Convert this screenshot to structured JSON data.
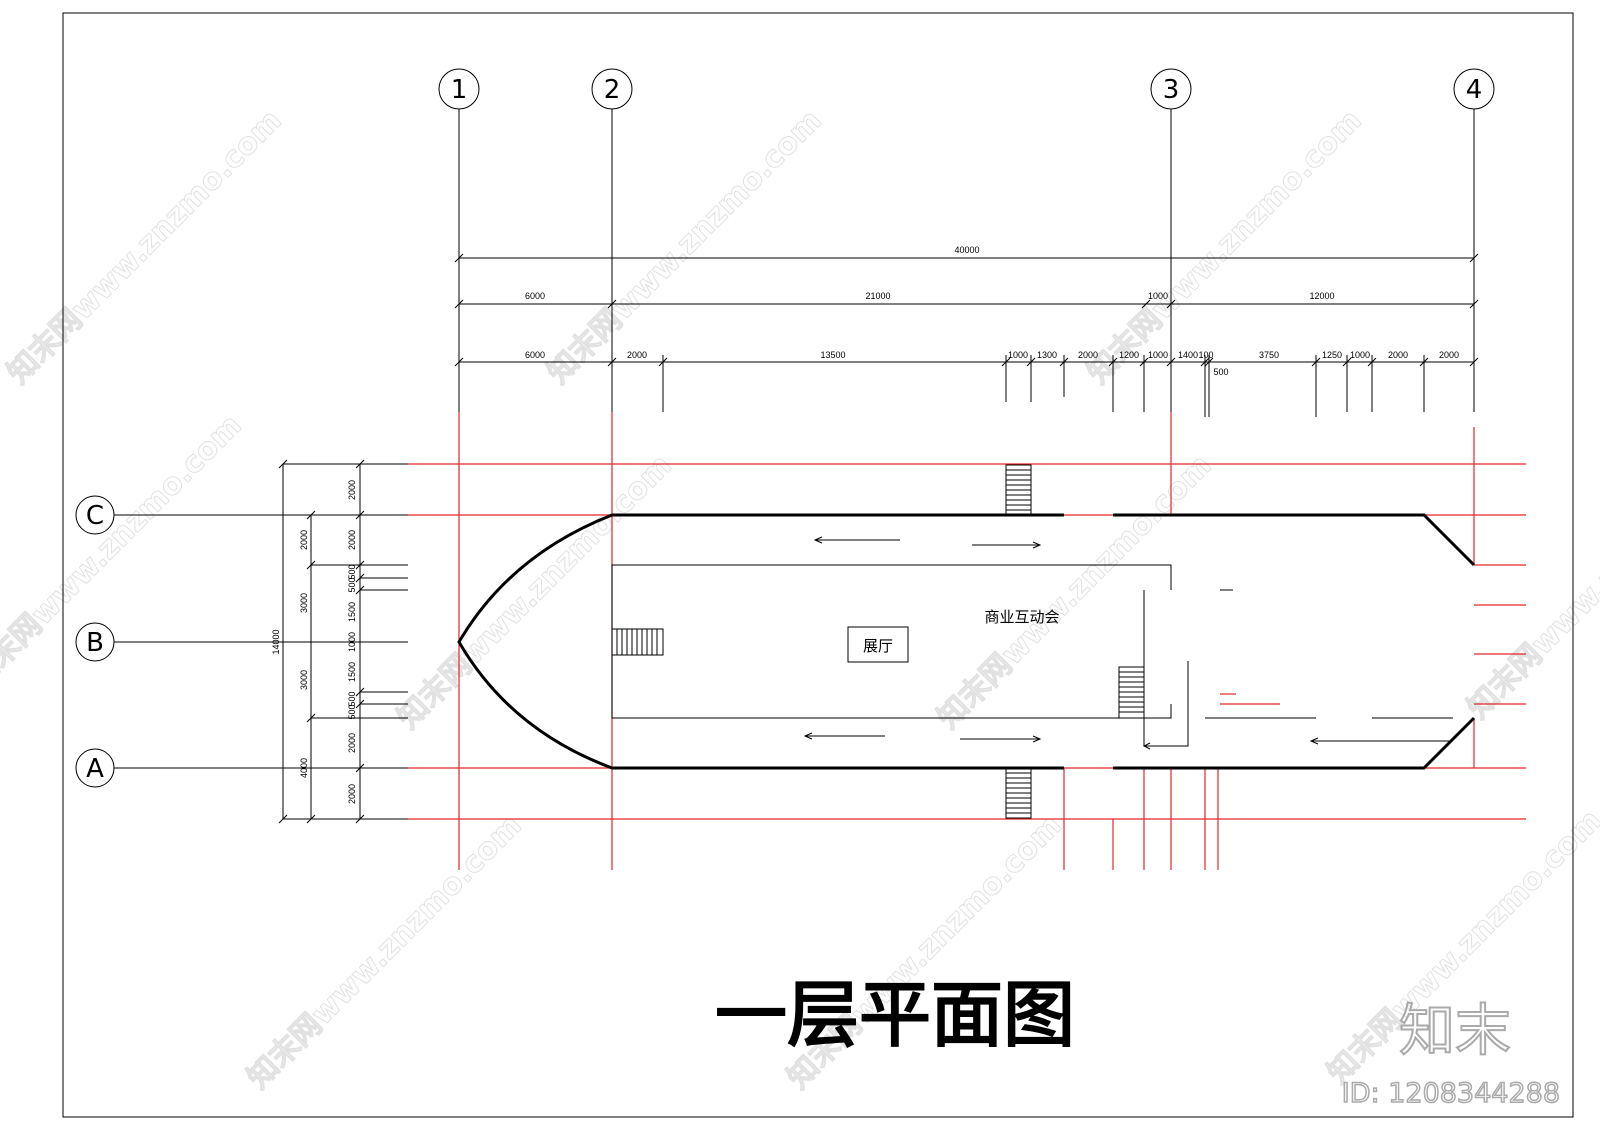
{
  "title": "一层平面图",
  "rooms": {
    "exhibition": "展厅",
    "business": "商业互动会"
  },
  "axes": {
    "columns": [
      "1",
      "2",
      "3",
      "4"
    ],
    "rows": [
      "C",
      "B",
      "A"
    ]
  },
  "dims_top": {
    "total": "40000",
    "row2": [
      "6000",
      "21000",
      "1000",
      "12000"
    ],
    "row3": [
      "6000",
      "2000",
      "13500",
      "1000",
      "1300",
      "2000",
      "1200",
      "1000",
      "1400",
      "100",
      "500",
      "3750",
      "1250",
      "1000",
      "2000",
      "2000"
    ]
  },
  "dims_left": {
    "total": "14000",
    "outer": [
      "2000",
      "3000",
      "3000",
      "4000"
    ],
    "inner": [
      "2000",
      "2000",
      "500",
      "500",
      "1500",
      "1000",
      "1500",
      "500",
      "500",
      "2000",
      "2000"
    ]
  },
  "watermark": {
    "text": "知末网www.znzmo.com",
    "brand": "知末",
    "id": "ID: 1208344288"
  },
  "colors": {
    "grid": "#e3262b",
    "line": "#000000",
    "watermark": "#c9c9c9"
  }
}
